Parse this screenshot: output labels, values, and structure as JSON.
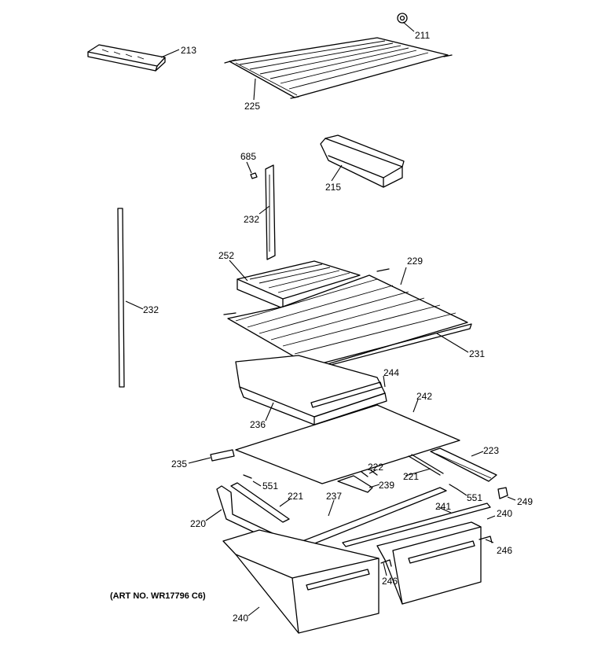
{
  "diagram": {
    "art_number": "(ART NO. WR17796 C6)",
    "callouts": {
      "c211": "211",
      "c213": "213",
      "c225": "225",
      "c685": "685",
      "c215": "215",
      "c232_top": "232",
      "c232_left": "232",
      "c252": "252",
      "c229": "229",
      "c231": "231",
      "c244": "244",
      "c242": "242",
      "c236": "236",
      "c235": "235",
      "c223": "223",
      "c222": "222",
      "c221_mid": "221",
      "c239": "239",
      "c551_left": "551",
      "c551_right": "551",
      "c221_left": "221",
      "c237": "237",
      "c249": "249",
      "c241": "241",
      "c240_right": "240",
      "c220": "220",
      "c246_right": "246",
      "c246_mid": "246",
      "c240_bottom": "240"
    }
  }
}
